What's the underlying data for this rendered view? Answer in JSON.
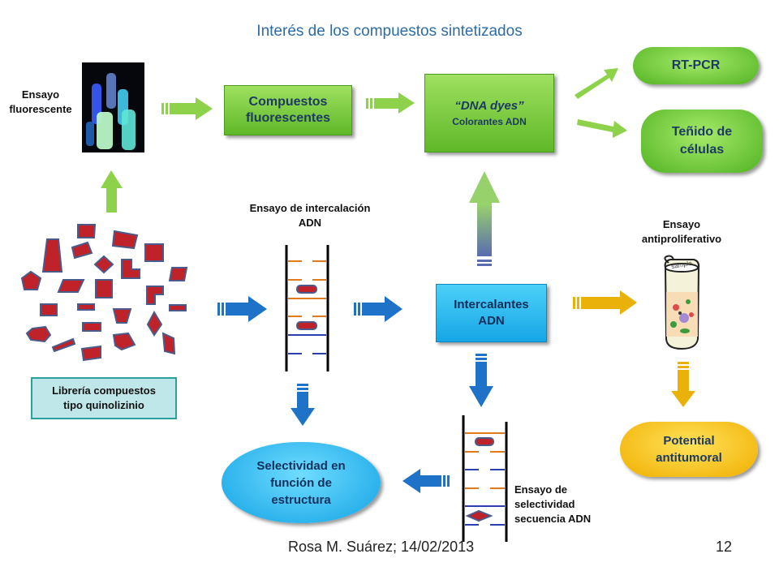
{
  "title": "Interés de los compuestos sintetizados",
  "labels": {
    "fluor_assay": "Ensayo fluorescente",
    "intercalation_assay": "Ensayo de intercalación ADN",
    "antiprolif_assay": "Ensayo antiproliferativo",
    "selectivity_assay": "Ensayo de selectividad secuencia ADN",
    "sample_tube": "sample"
  },
  "boxes": {
    "compuestos_fluorescentes": "Compuestos fluorescentes",
    "dna_dyes_title": "“DNA dyes”",
    "dna_dyes_sub": "Colorantes ADN",
    "rt_pcr": "RT-PCR",
    "tenido": "Teñido de células",
    "intercalantes": "Intercalantes ADN",
    "potential": "Potential antitumoral",
    "selectividad": "Selectividad en función de estructura",
    "libreria": "Librería compuestos tipo quinolizinio"
  },
  "footer": {
    "author_date": "Rosa M. Suárez; 14/02/2013",
    "page_number": "12"
  },
  "colors": {
    "title": "#2e6ca4",
    "green_arrow": "#8dd24a",
    "blue_arrow": "#1e73c8",
    "yellow_arrow": "#e9b10a",
    "shape_fill": "#c0222a",
    "shape_stroke": "#4a5a8a"
  }
}
